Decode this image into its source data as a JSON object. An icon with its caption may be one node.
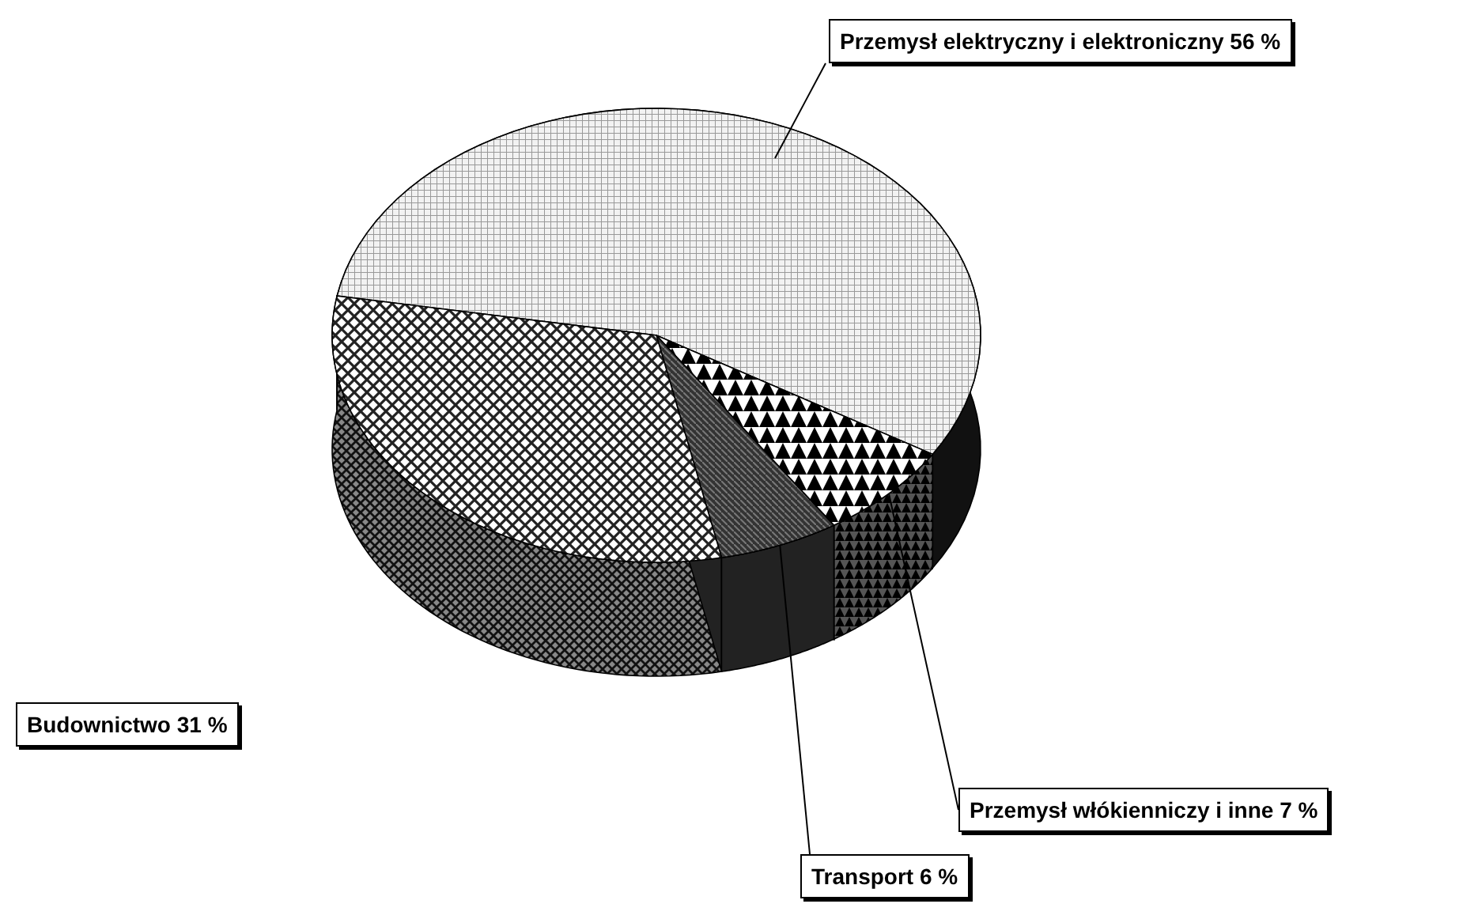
{
  "diagram": {
    "chart_data": {
      "type": "pie",
      "categories": [
        "Przemysł elektryczny i elektroniczny 56 %",
        "Przemysł włókienniczy i inne 7 %",
        "Transport 6 %",
        "Budownictwo 31 %"
      ],
      "values": [
        56,
        7,
        6,
        31
      ]
    }
  }
}
